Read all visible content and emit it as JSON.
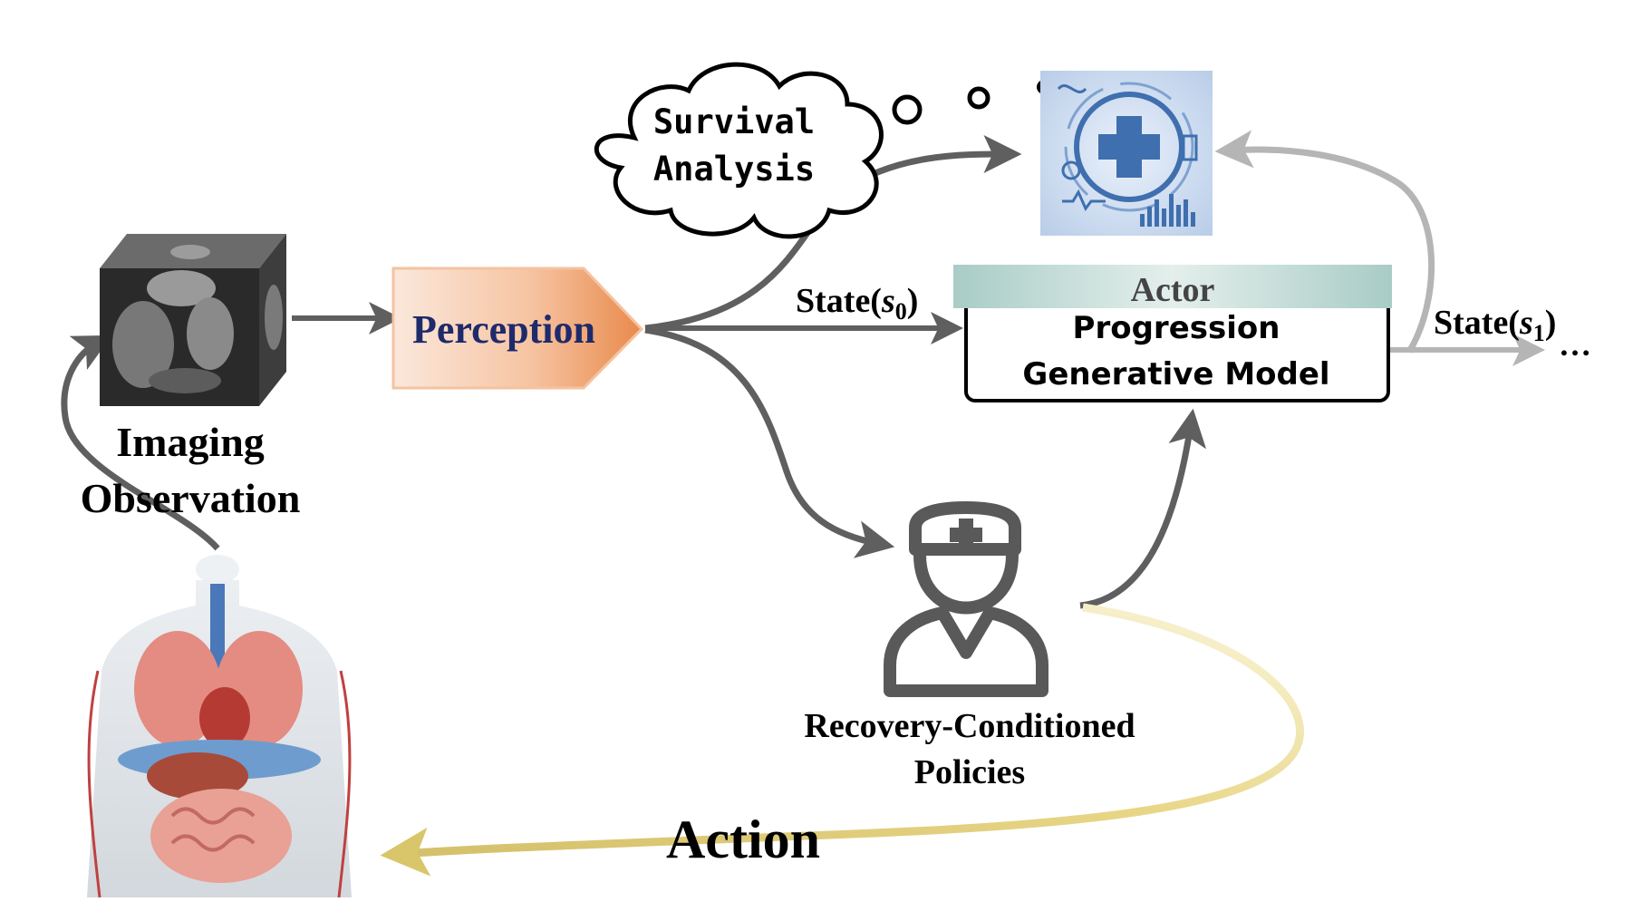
{
  "cloud": {
    "line1": "Survival",
    "line2": "Analysis"
  },
  "imaging": {
    "line1": "Imaging",
    "line2": "Observation"
  },
  "perception": {
    "label": "Perception"
  },
  "state0": {
    "prefix": "State(",
    "var": "s",
    "sub": "0",
    "suffix": ")"
  },
  "state1": {
    "prefix": "State(",
    "var": "s",
    "sub": "1",
    "suffix": ")"
  },
  "continuation": "…",
  "actor": {
    "header": "Actor",
    "line1": "Progression",
    "line2": "Generative Model"
  },
  "policies": {
    "line1": "Recovery-Conditioned",
    "line2": "Policies"
  },
  "action": {
    "label": "Action"
  },
  "icons": {
    "survival": "survival-analysis-dashboard-icon",
    "doctor": "doctor-icon",
    "cube": "ct-volume-cube-icon",
    "body": "human-anatomy-icon"
  },
  "colors": {
    "arrow": "#5f5f5f",
    "arrow_light": "#b5b5b5",
    "perception_fill": "#f0a06a",
    "perception_text": "#1f2a6b",
    "actor_header": "#bcd8d2",
    "action_arrow": "#e3d27e"
  }
}
